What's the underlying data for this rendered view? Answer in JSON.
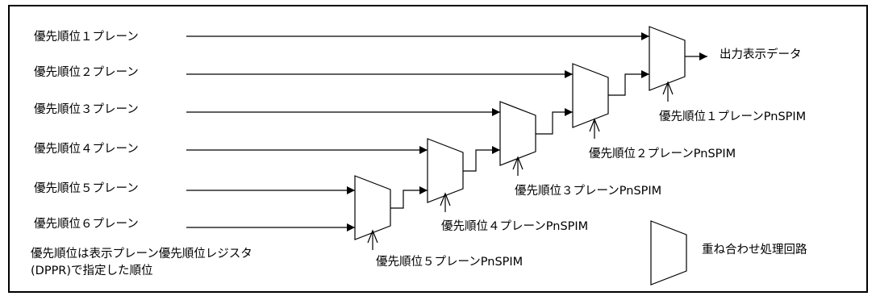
{
  "inputs": [
    "優先順位１プレーン",
    "優先順位２プレーン",
    "優先順位３プレーン",
    "優先順位４プレーン",
    "優先順位５プレーン",
    "優先順位６プレーン"
  ],
  "output_label": "出力表示データ",
  "select_labels": [
    "優先順位１プレーンPnSPIM",
    "優先順位２プレーンPnSPIM",
    "優先順位３プレーンPnSPIM",
    "優先順位４プレーンPnSPIM",
    "優先順位５プレーンPnSPIM"
  ],
  "note": {
    "line1": "優先順位は表示プレーン優先順位レジスタ",
    "line2": "(DPPR)で指定した順位"
  },
  "legend": {
    "label": "重ね合わせ処理回路"
  }
}
